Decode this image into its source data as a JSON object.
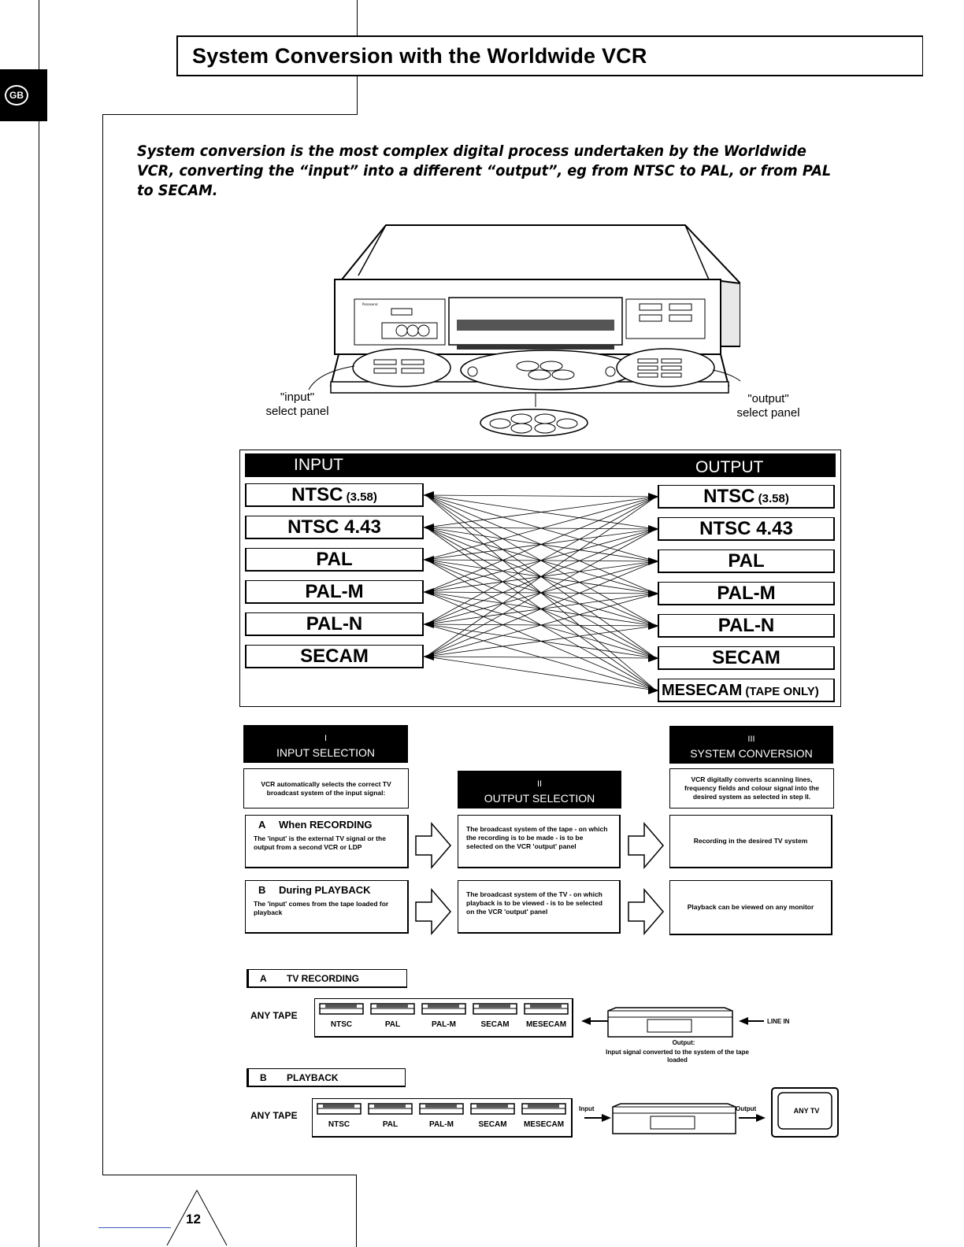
{
  "header": {
    "lang_tab": "GB",
    "title": "System Conversion with the Worldwide VCR"
  },
  "intro": "System conversion is the most complex digital process undertaken by the Worldwide VCR, converting the “input” into a different “output”, eg from NTSC to PAL, or from PAL to SECAM.",
  "vcr_figure": {
    "input_caption_l1": "\"input\"",
    "input_caption_l2": "select panel",
    "output_caption_l1": "\"output\"",
    "output_caption_l2": "select panel"
  },
  "conversion_table": {
    "input_header": "INPUT",
    "output_header": "OUTPUT",
    "inputs": [
      {
        "main": "NTSC",
        "sub": "(3.58)"
      },
      {
        "main": "NTSC 4.43",
        "sub": ""
      },
      {
        "main": "PAL",
        "sub": ""
      },
      {
        "main": "PAL-M",
        "sub": ""
      },
      {
        "main": "PAL-N",
        "sub": ""
      },
      {
        "main": "SECAM",
        "sub": ""
      }
    ],
    "outputs": [
      {
        "main": "NTSC",
        "sub": "(3.58)"
      },
      {
        "main": "NTSC 4.43",
        "sub": ""
      },
      {
        "main": "PAL",
        "sub": ""
      },
      {
        "main": "PAL-M",
        "sub": ""
      },
      {
        "main": "PAL-N",
        "sub": ""
      },
      {
        "main": "SECAM",
        "sub": ""
      },
      {
        "main": "MESECAM",
        "sub": "(TAPE ONLY)"
      }
    ]
  },
  "steps": {
    "step1": {
      "roman": "I",
      "title": "INPUT SELECTION",
      "desc": "VCR automatically selects the correct TV broadcast system of the input signal:"
    },
    "step2": {
      "roman": "II",
      "title": "OUTPUT SELECTION"
    },
    "step3": {
      "roman": "III",
      "title": "SYSTEM CONVERSION",
      "desc": "VCR digitally converts scanning lines, frequency fields and colour signal into the desired system as selected in step II."
    },
    "row_a": {
      "letter": "A",
      "title": "When RECORDING",
      "input_text": "The 'input' is the external TV signal or the output from a second VCR or LDP",
      "output_text": "The broadcast system of the tape - on which the recording is to be made - is to be selected on the VCR 'output' panel",
      "result_text": "Recording in the desired TV system"
    },
    "row_b": {
      "letter": "B",
      "title": "During PLAYBACK",
      "input_text": "The 'input' comes from the tape loaded for playback",
      "output_text": "The broadcast system of the TV - on which playback is to be viewed - is to be selected on the VCR 'output' panel",
      "result_text": "Playback can be viewed on any monitor"
    }
  },
  "usage": {
    "tv_recording": {
      "letter": "A",
      "title": "TV RECORDING",
      "any_tape": "ANY TAPE",
      "tapes": [
        "NTSC",
        "PAL",
        "PAL-M",
        "SECAM",
        "MESECAM"
      ],
      "line_in": "LINE IN",
      "output_label": "Output:",
      "output_note": "Input signal converted to the system of the tape loaded"
    },
    "playback": {
      "letter": "B",
      "title": "PLAYBACK",
      "any_tape": "ANY TAPE",
      "tapes": [
        "NTSC",
        "PAL",
        "PAL-M",
        "SECAM",
        "MESECAM"
      ],
      "input_label": "Input",
      "output_label": "Output",
      "tv_label": "ANY TV"
    }
  },
  "footer": {
    "page_number": "12"
  }
}
